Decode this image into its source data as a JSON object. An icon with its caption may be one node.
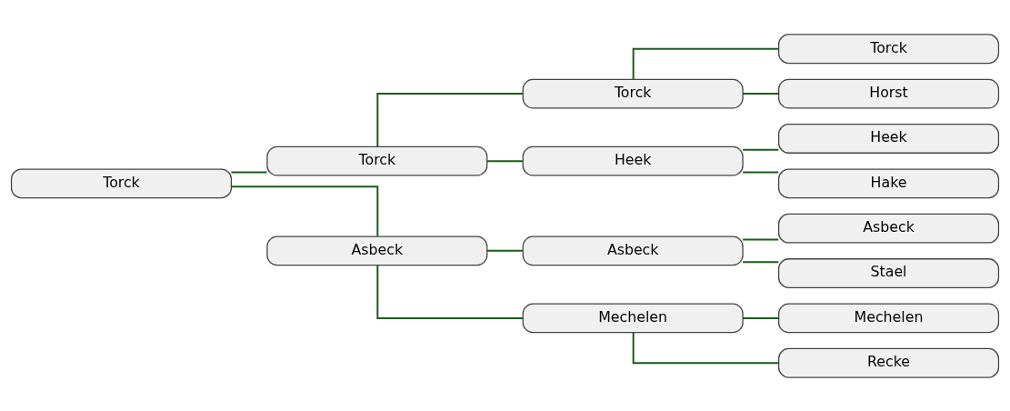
{
  "diagram": {
    "nodes": [
      {
        "text": [
          "Torck"
        ]
      },
      {
        "text": [
          "Torck"
        ]
      },
      {
        "text": [
          "Asbeck"
        ]
      },
      {
        "text": [
          "Torck"
        ]
      },
      {
        "text": [
          "Heek"
        ]
      },
      {
        "text": [
          "Asbeck"
        ]
      },
      {
        "text": [
          "Mechelen"
        ]
      },
      {
        "text": [
          "Torck"
        ]
      },
      {
        "text": [
          "Horst"
        ]
      },
      {
        "text": [
          "Heek"
        ]
      },
      {
        "text": [
          "Hake"
        ]
      },
      {
        "text": [
          "Asbeck"
        ]
      },
      {
        "text": [
          "Stael"
        ]
      },
      {
        "text": [
          "Mechelen"
        ]
      },
      {
        "text": [
          "Recke"
        ]
      }
    ],
    "edges": [
      {
        "from": 0,
        "to": 1,
        "arrow": "none"
      },
      {
        "from": 0,
        "to": 2,
        "arrow": "none"
      },
      {
        "from": 1,
        "to": 3,
        "arrow": "none"
      },
      {
        "from": 1,
        "to": 4,
        "arrow": "none"
      },
      {
        "from": 2,
        "to": 5,
        "arrow": "none"
      },
      {
        "from": 2,
        "to": 6,
        "arrow": "none"
      },
      {
        "from": 3,
        "to": 7,
        "arrow": "none"
      },
      {
        "from": 3,
        "to": 8,
        "arrow": "none"
      },
      {
        "from": 4,
        "to": 9,
        "arrow": "none"
      },
      {
        "from": 4,
        "to": 10,
        "arrow": "none"
      },
      {
        "from": 5,
        "to": 11,
        "arrow": "none"
      },
      {
        "from": 5,
        "to": 12,
        "arrow": "none"
      },
      {
        "from": 6,
        "to": 13,
        "arrow": "none"
      },
      {
        "from": 6,
        "to": 14,
        "arrow": "none"
      }
    ]
  }
}
